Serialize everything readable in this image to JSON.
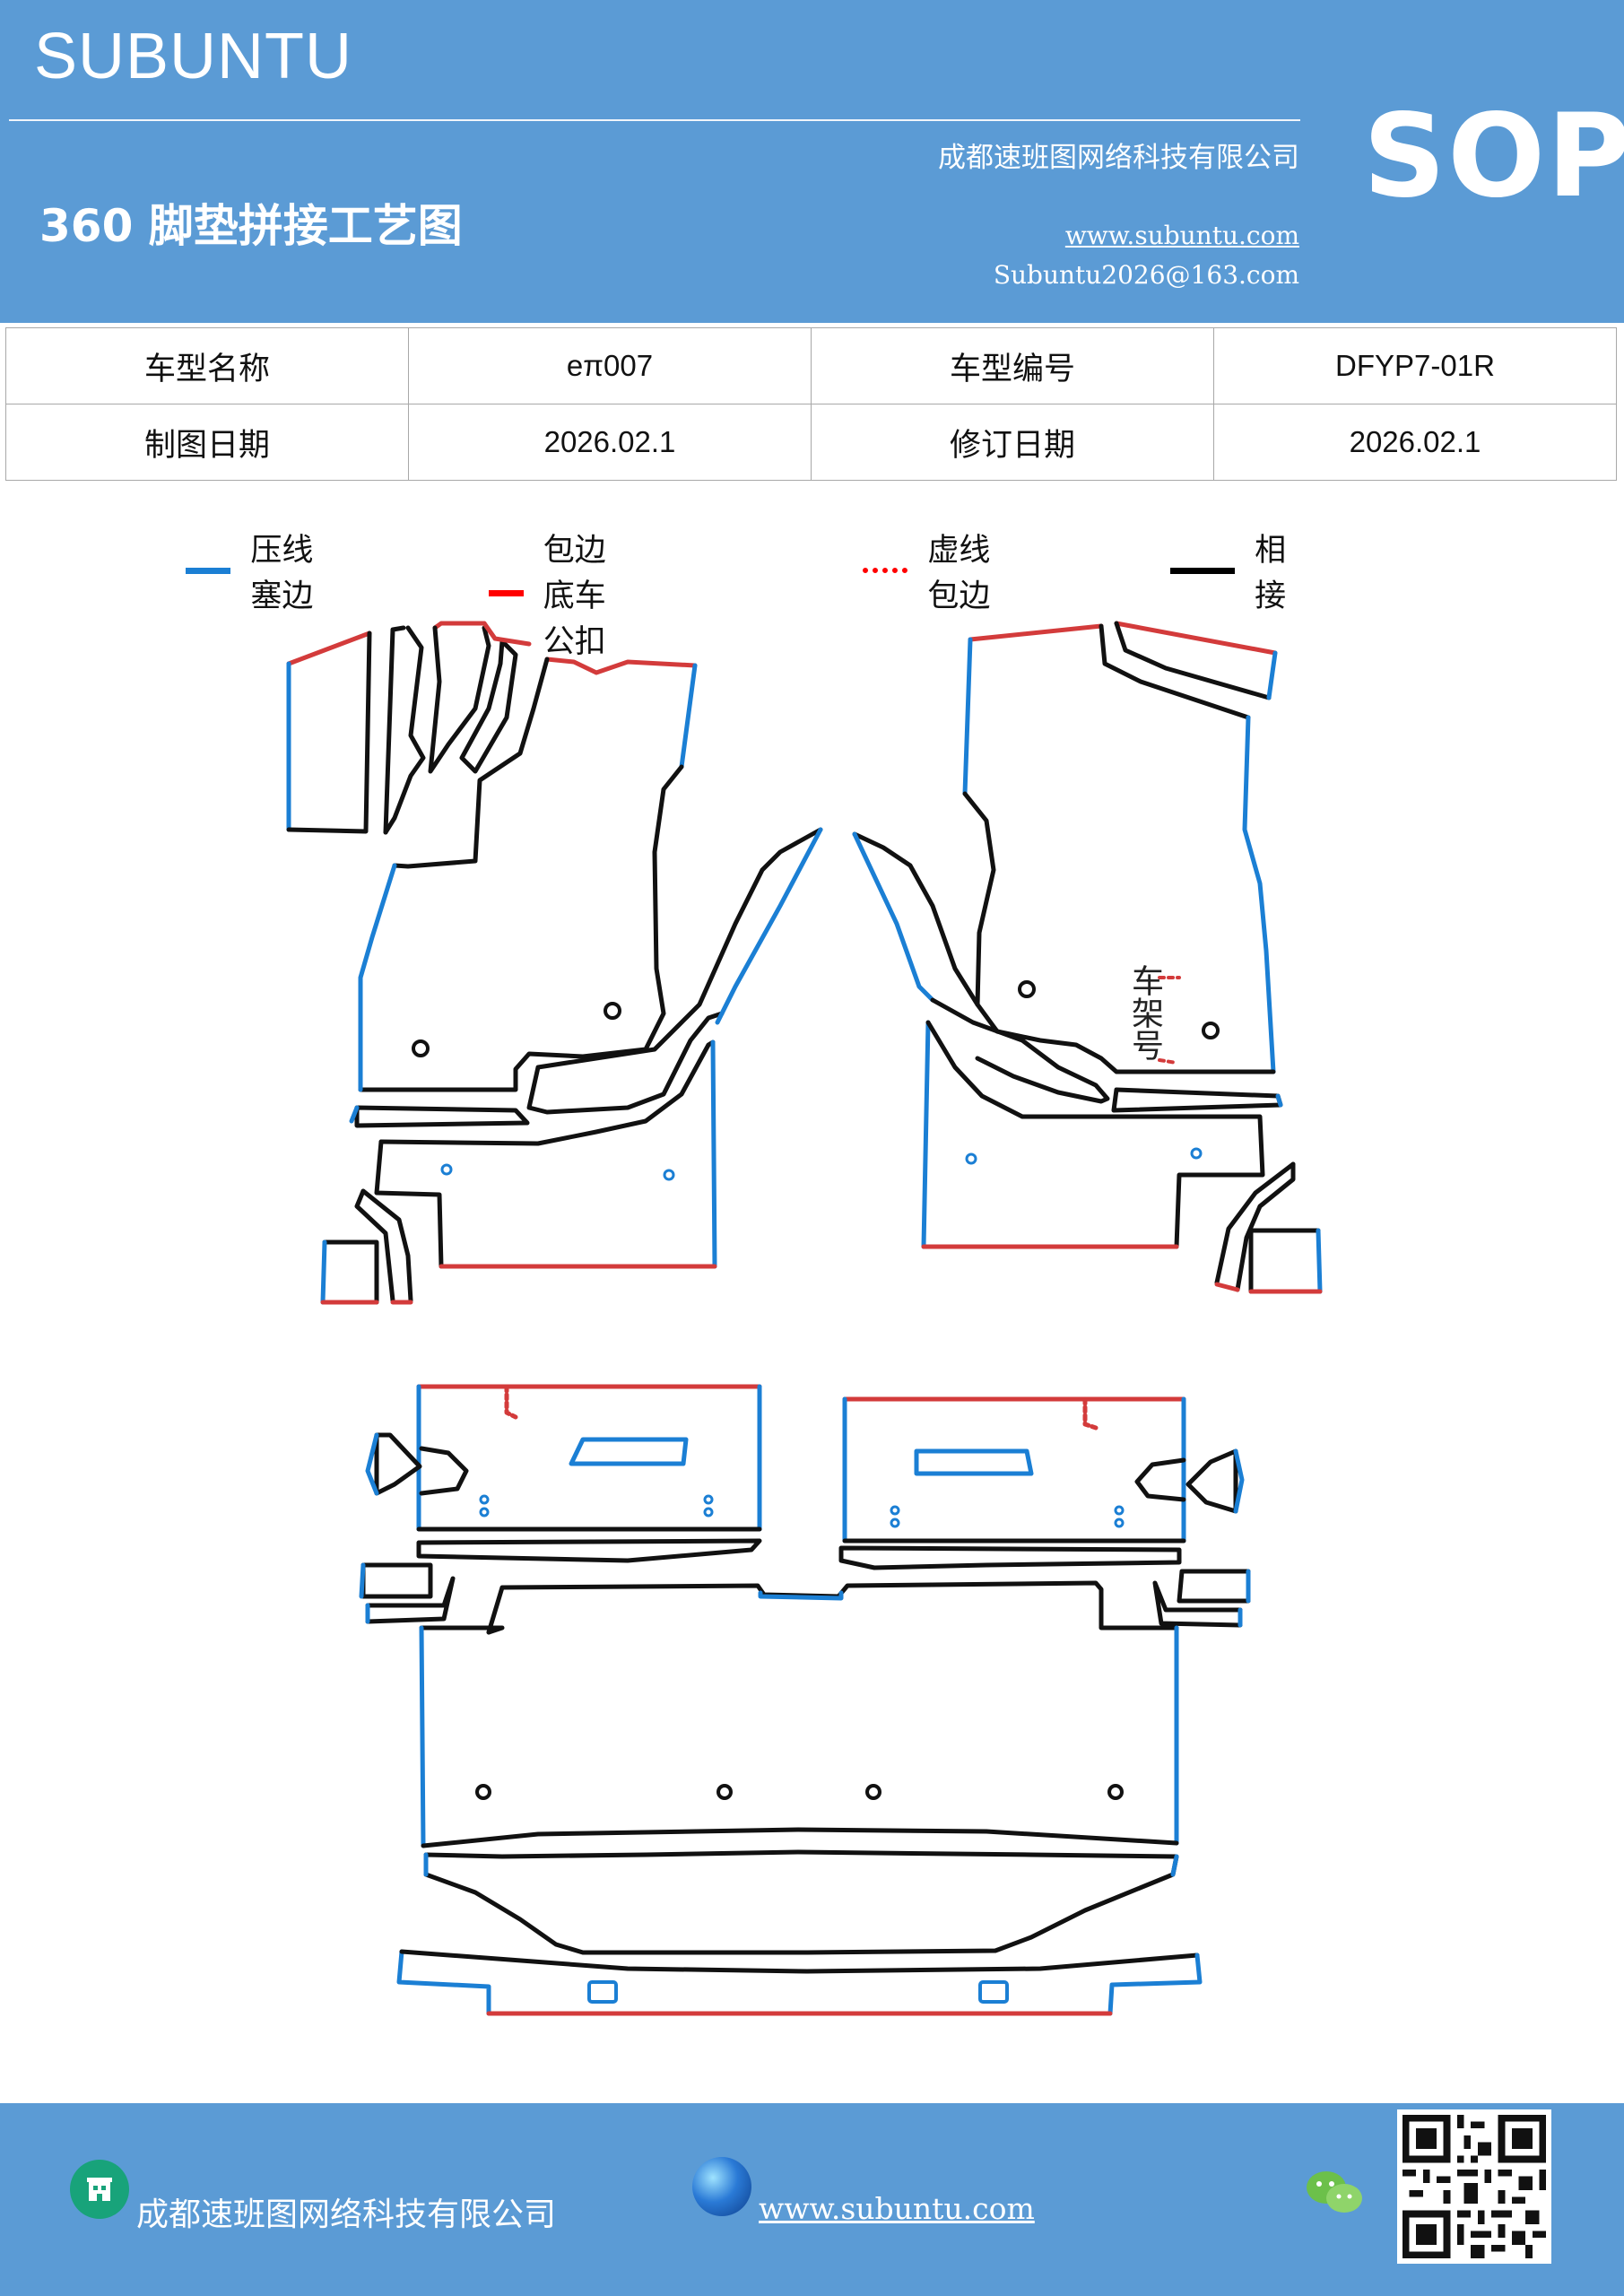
{
  "header": {
    "brand": "SUBUNTU",
    "company": "成都速班图网络科技有限公司",
    "title": "360 脚垫拼接工艺图",
    "website": "www.subuntu.com",
    "email": "Subuntu2026@163.com",
    "badge": "SOP"
  },
  "info_table": {
    "row1": {
      "label1": "车型名称",
      "value1": "eπ007",
      "label2": "车型编号",
      "value2": "DFYP7-01R"
    },
    "row2": {
      "label1": "制图日期",
      "value1": "2026.02.1",
      "label2": "修订日期",
      "value2": "2026.02.1"
    }
  },
  "legend": [
    {
      "label": "压线塞边",
      "color": "#1b7fd4",
      "style": "solid"
    },
    {
      "label": "包边底车公扣",
      "color": "#ff0000",
      "style": "solid"
    },
    {
      "label": "虚线包边",
      "color": "#ff0000",
      "style": "dotted"
    },
    {
      "label": "相接",
      "color": "#000000",
      "style": "solid"
    }
  ],
  "diagram": {
    "annotation": "车架号"
  },
  "footer": {
    "company": "成都速班图网络科技有限公司",
    "website": "www.subuntu.com",
    "icons": [
      "building-icon",
      "globe-icon",
      "wechat-icon",
      "qr-code"
    ]
  }
}
